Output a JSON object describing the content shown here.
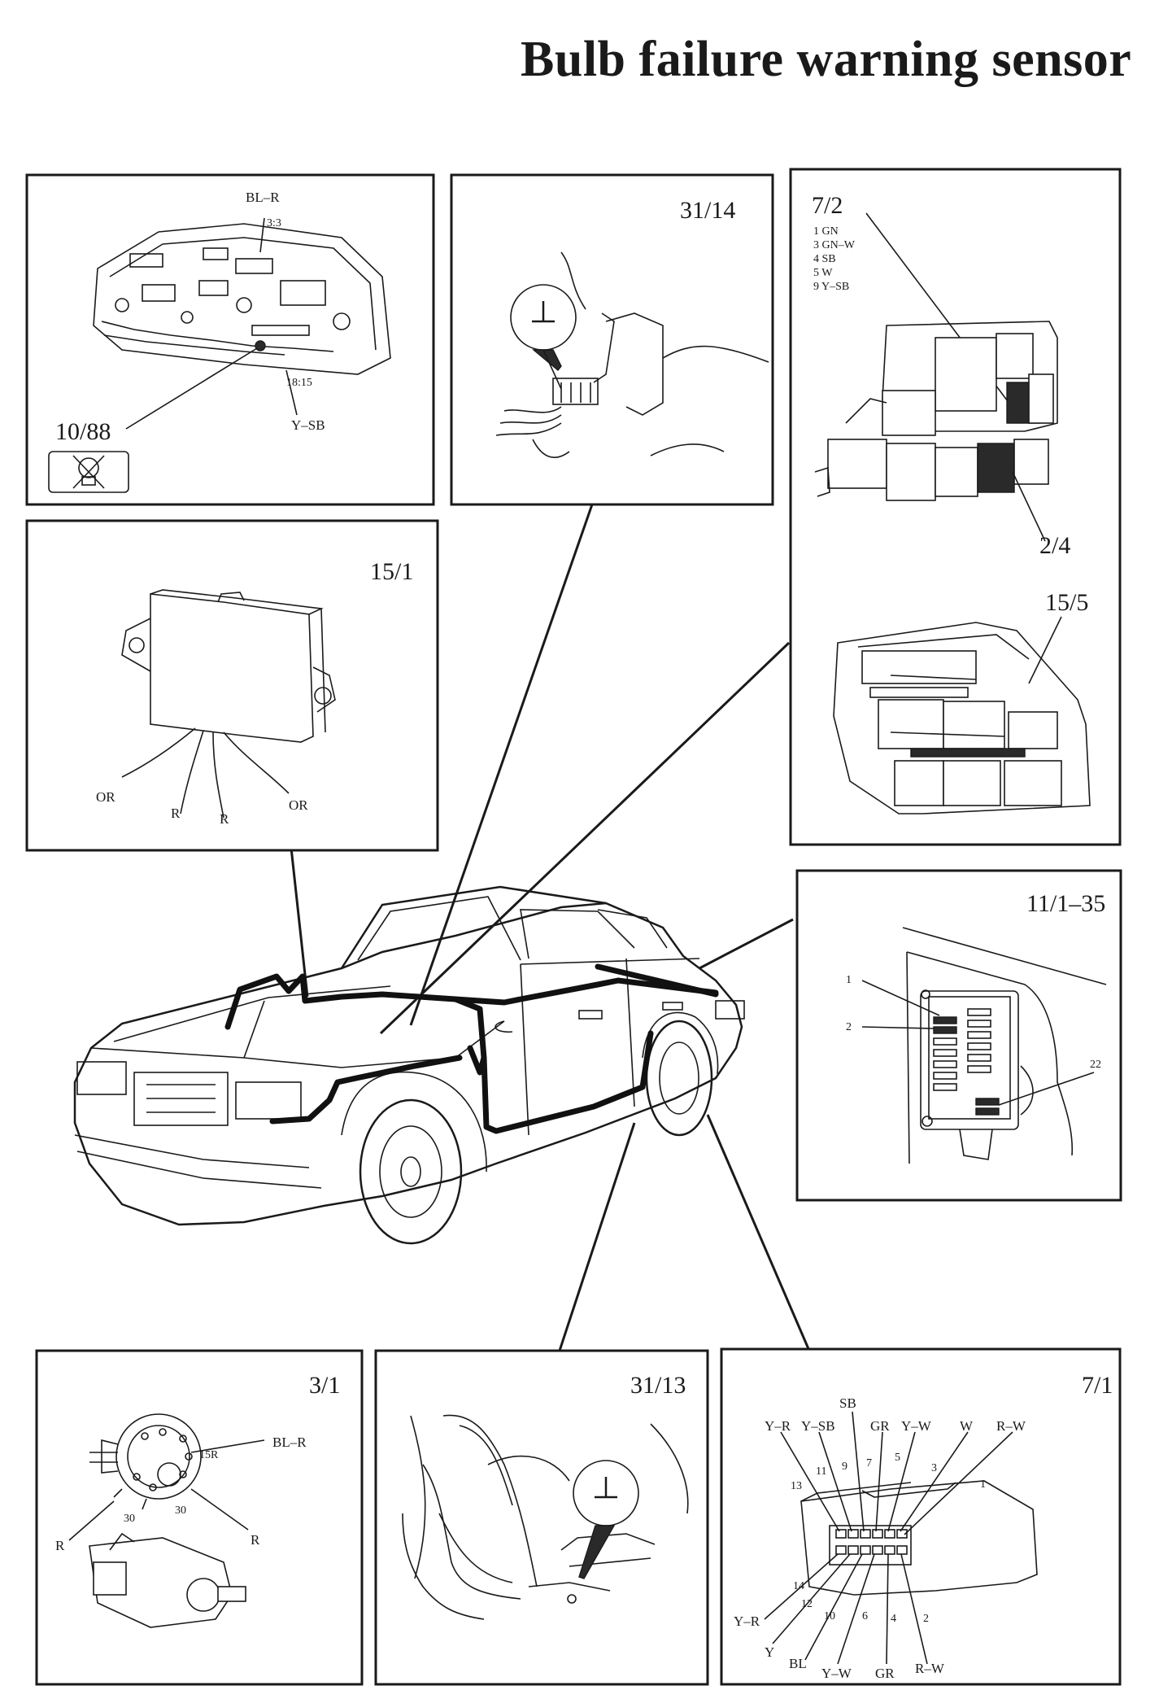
{
  "page": {
    "title": "Bulb failure warning sensor"
  },
  "panels": {
    "p1088": {
      "number": "10/88",
      "labels": {
        "blr": "BL–R",
        "pin33": "3:3",
        "pin1815": "18:15",
        "ysb": "Y–SB"
      }
    },
    "p3114": {
      "number": "31/14"
    },
    "p72": {
      "number": "7/2",
      "pins": [
        "1 GN",
        "3 GN–W",
        "4 SB",
        "5 W",
        "9 Y–SB"
      ],
      "sub1": "2/4",
      "sub2": "15/5"
    },
    "p151": {
      "number": "15/1",
      "wires": [
        "OR",
        "R",
        "R",
        "OR"
      ]
    },
    "p11135": {
      "number": "11/1–35",
      "callouts": [
        "1",
        "2",
        "22"
      ]
    },
    "p31": {
      "number": "3/1",
      "labels": {
        "t15r": "15R",
        "blr": "BL–R",
        "t30a": "30",
        "t30b": "30",
        "rleft": "R",
        "rright": "R"
      }
    },
    "p3113": {
      "number": "31/13"
    },
    "p71": {
      "number": "7/1",
      "top_colors": [
        "Y–R",
        "Y–SB",
        "SB",
        "GR",
        "Y–W",
        "W",
        "R–W"
      ],
      "top_pins": [
        "13",
        "11",
        "9",
        "7",
        "5",
        "3",
        "1"
      ],
      "bottom_pins": [
        "14",
        "12",
        "10",
        "6",
        "4",
        "2"
      ],
      "bottom_colors": [
        "Y–R",
        "Y",
        "BL",
        "Y–W",
        "GR",
        "R–W"
      ]
    }
  },
  "icons": {
    "ground": "ground-symbol-icon",
    "warning": "crossed-bulb-icon"
  }
}
